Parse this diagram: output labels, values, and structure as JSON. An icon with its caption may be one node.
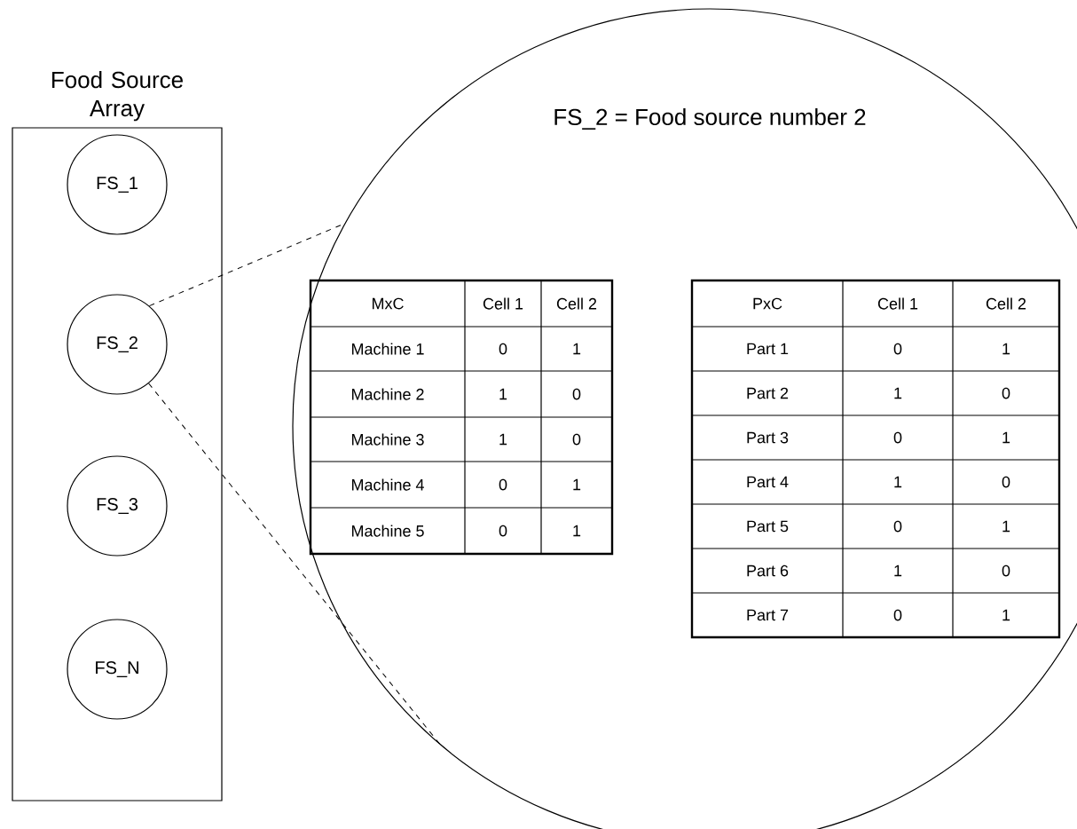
{
  "diagram": {
    "nodes": [
      {
        "text": [
          "Food Source Array"
        ]
      },
      {
        "text": [
          "FS_1"
        ],
        "in": 0
      },
      {
        "text": [
          "FS_2"
        ],
        "in": 0
      },
      {
        "text": [
          "FS_3"
        ],
        "in": 0
      },
      {
        "text": [
          "FS_N"
        ],
        "in": 0
      },
      {
        "text": [
          "FS_2 = Food source number 2"
        ]
      }
    ],
    "edges": [
      {
        "from": 2,
        "to": 5,
        "arrow": "none",
        "style": "dashed"
      },
      {
        "from": 2,
        "to": 5,
        "arrow": "none",
        "style": "dashed"
      }
    ],
    "labels": [
      "MxC",
      "Cell 1",
      "Cell 2",
      "Machine 1",
      "0",
      "1",
      "Machine 2",
      "1",
      "0",
      "Machine 3",
      "1",
      "0",
      "Machine 4",
      "0",
      "1",
      "Machine 5",
      "0",
      "1",
      "PxC",
      "Cell 1",
      "Cell 2",
      "Part 1",
      "0",
      "1",
      "Part 2",
      "1",
      "0",
      "Part 3",
      "0",
      "1",
      "Part 4",
      "1",
      "0",
      "Part 5",
      "0",
      "1",
      "Part 6",
      "1",
      "0",
      "Part 7",
      "0",
      "1"
    ]
  }
}
